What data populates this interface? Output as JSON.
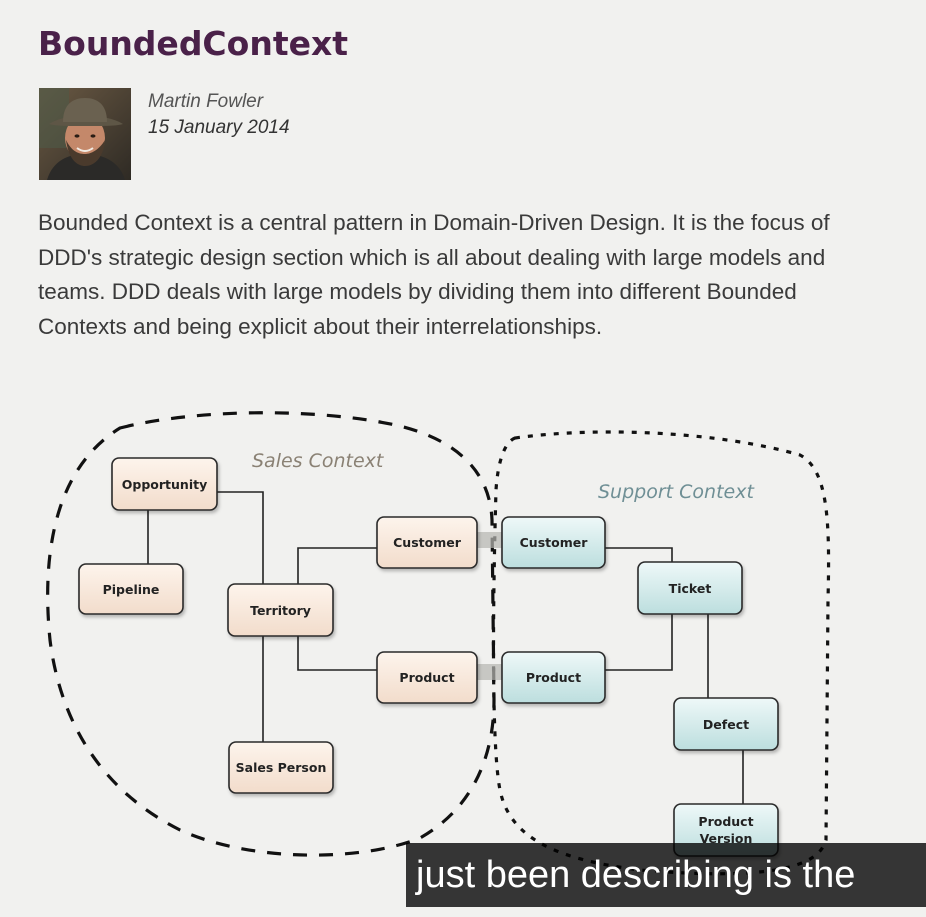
{
  "article": {
    "title": "BoundedContext",
    "author": "Martin Fowler",
    "date": "15 January 2014",
    "intro": "Bounded Context is a central pattern in Domain-Driven Design. It is the focus of DDD's strategic design section which is all about dealing with large models and teams. DDD deals with large models by dividing them into different Bounded Contexts and being explicit about their interrelationships."
  },
  "diagram": {
    "contexts": {
      "sales": "Sales Context",
      "support": "Support Context"
    },
    "nodes": {
      "opportunity": "Opportunity",
      "pipeline": "Pipeline",
      "territory": "Territory",
      "customer_sales": "Customer",
      "product_sales": "Product",
      "sales_person": "Sales Person",
      "customer_support": "Customer",
      "ticket": "Ticket",
      "product_support": "Product",
      "defect": "Defect",
      "product_version_line1": "Product",
      "product_version_line2": "Version"
    },
    "colors": {
      "sales_fill_top": "#fdf4ec",
      "sales_fill_bottom": "#f2dccb",
      "support_fill_top": "#eef8f8",
      "support_fill_bottom": "#bcdede",
      "border": "#2a2a2a"
    }
  },
  "caption": {
    "text": "just been describing is the"
  }
}
